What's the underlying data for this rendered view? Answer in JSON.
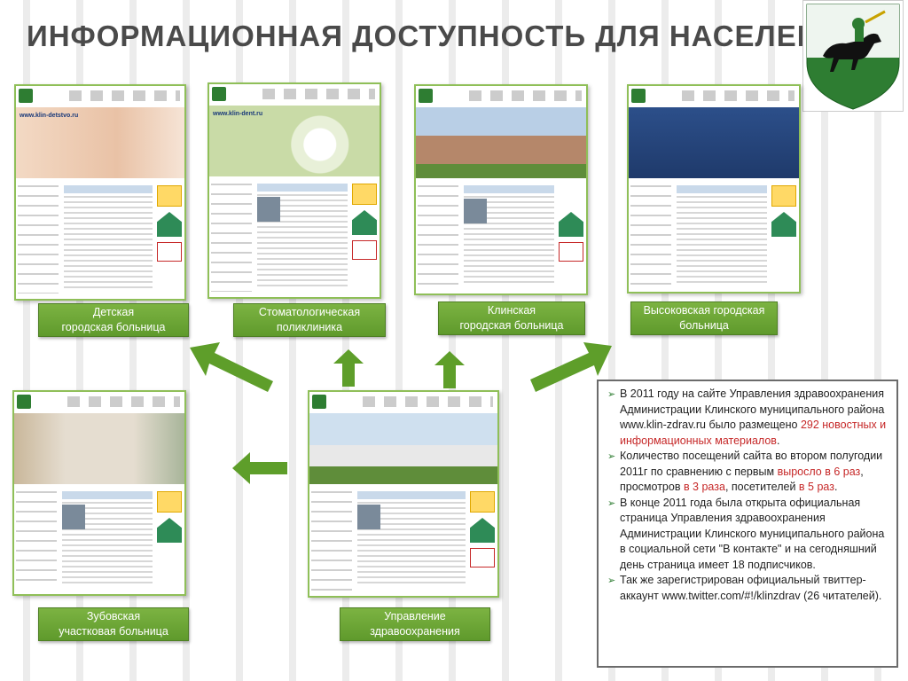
{
  "title": "ИНФОРМАЦИОННАЯ ДОСТУПНОСТЬ ДЛЯ НАСЕЛЕНИЯ",
  "sites": [
    {
      "id": "children",
      "url": "www.klin-detstvo.ru",
      "label_line1": "Детская",
      "label_line2": "городская больница"
    },
    {
      "id": "dental",
      "url": "www.klin-dent.ru",
      "label_line1": "Стоматологическая",
      "label_line2": "поликлиника"
    },
    {
      "id": "klin",
      "url": "",
      "label_line1": "Клинская",
      "label_line2": "городская больница"
    },
    {
      "id": "vysokovsk",
      "url": "",
      "label_line1": "Высоковская городская",
      "label_line2": "больница"
    },
    {
      "id": "zubovo",
      "url": "",
      "label_line1": "Зубовская",
      "label_line2": "участковая больница"
    },
    {
      "id": "admin",
      "url": "",
      "label_line1": "Управление",
      "label_line2": "здравоохранения"
    }
  ],
  "info": {
    "item1_pre": "В 2011 году на сайте Управления здравоохранения Администрации Клинского муниципального района www.klin-zdrav.ru было размещено ",
    "item1_red": "292 новостных и информационных материалов",
    "item1_post": ".",
    "item2_pre": "Количество посещений сайта во втором полугодии 2011г по сравнению с первым ",
    "item2_red1": "выросло в 6 раз",
    "item2_mid1": ", просмотров ",
    "item2_red2": "в 3 раза",
    "item2_mid2": ", посетителей ",
    "item2_red3": "в 5 раз",
    "item2_post": ".",
    "item3": "В конце 2011 года была открыта официальная страница  Управления здравоохранения Администрации Клинского муниципального района в социальной сети \"В контакте\" и на сегодняшний день страница имеет 18 подписчиков.",
    "item4": " Так же зарегистрирован официальный твиттер-аккаунт www.twitter.com/#!/klinzdrav (26 читателей)."
  },
  "colors": {
    "accent_green": "#6aa636",
    "highlight_red": "#c62828",
    "title_gray": "#4a4a4a"
  }
}
